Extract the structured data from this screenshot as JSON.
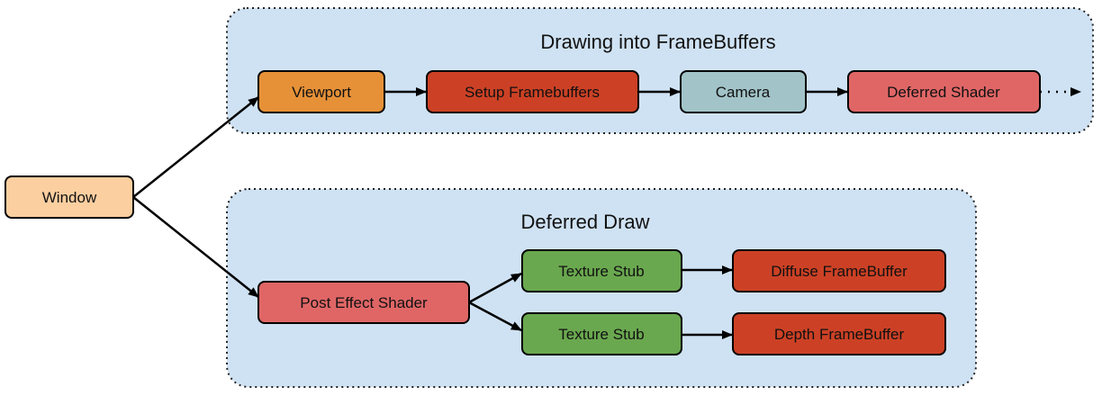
{
  "diagram": {
    "groups": [
      {
        "id": "drawing",
        "title": "Drawing into FrameBuffers",
        "fill": "#cfe2f3"
      },
      {
        "id": "deferred",
        "title": "Deferred Draw",
        "fill": "#cfe2f3"
      }
    ],
    "nodes": [
      {
        "id": "window",
        "label": "Window",
        "fill": "#fbcfa0"
      },
      {
        "id": "viewport",
        "label": "Viewport",
        "fill": "#e69138"
      },
      {
        "id": "setup",
        "label": "Setup Framebuffers",
        "fill": "#cc4125"
      },
      {
        "id": "camera",
        "label": "Camera",
        "fill": "#a2c4c9"
      },
      {
        "id": "deferred_shader",
        "label": "Deferred Shader",
        "fill": "#e06666"
      },
      {
        "id": "post_effect",
        "label": "Post Effect Shader",
        "fill": "#e06666"
      },
      {
        "id": "tex1",
        "label": "Texture Stub",
        "fill": "#6aa84f"
      },
      {
        "id": "tex2",
        "label": "Texture Stub",
        "fill": "#6aa84f"
      },
      {
        "id": "diffuse_fb",
        "label": "Diffuse FrameBuffer",
        "fill": "#cc4125"
      },
      {
        "id": "depth_fb",
        "label": "Depth FrameBuffer",
        "fill": "#cc4125"
      }
    ],
    "edges": [
      {
        "from": "window",
        "to": "viewport"
      },
      {
        "from": "window",
        "to": "post_effect"
      },
      {
        "from": "viewport",
        "to": "setup"
      },
      {
        "from": "setup",
        "to": "camera"
      },
      {
        "from": "camera",
        "to": "deferred_shader"
      },
      {
        "from": "post_effect",
        "to": "tex1"
      },
      {
        "from": "post_effect",
        "to": "tex2"
      },
      {
        "from": "tex1",
        "to": "diffuse_fb"
      },
      {
        "from": "tex2",
        "to": "depth_fb"
      }
    ]
  }
}
